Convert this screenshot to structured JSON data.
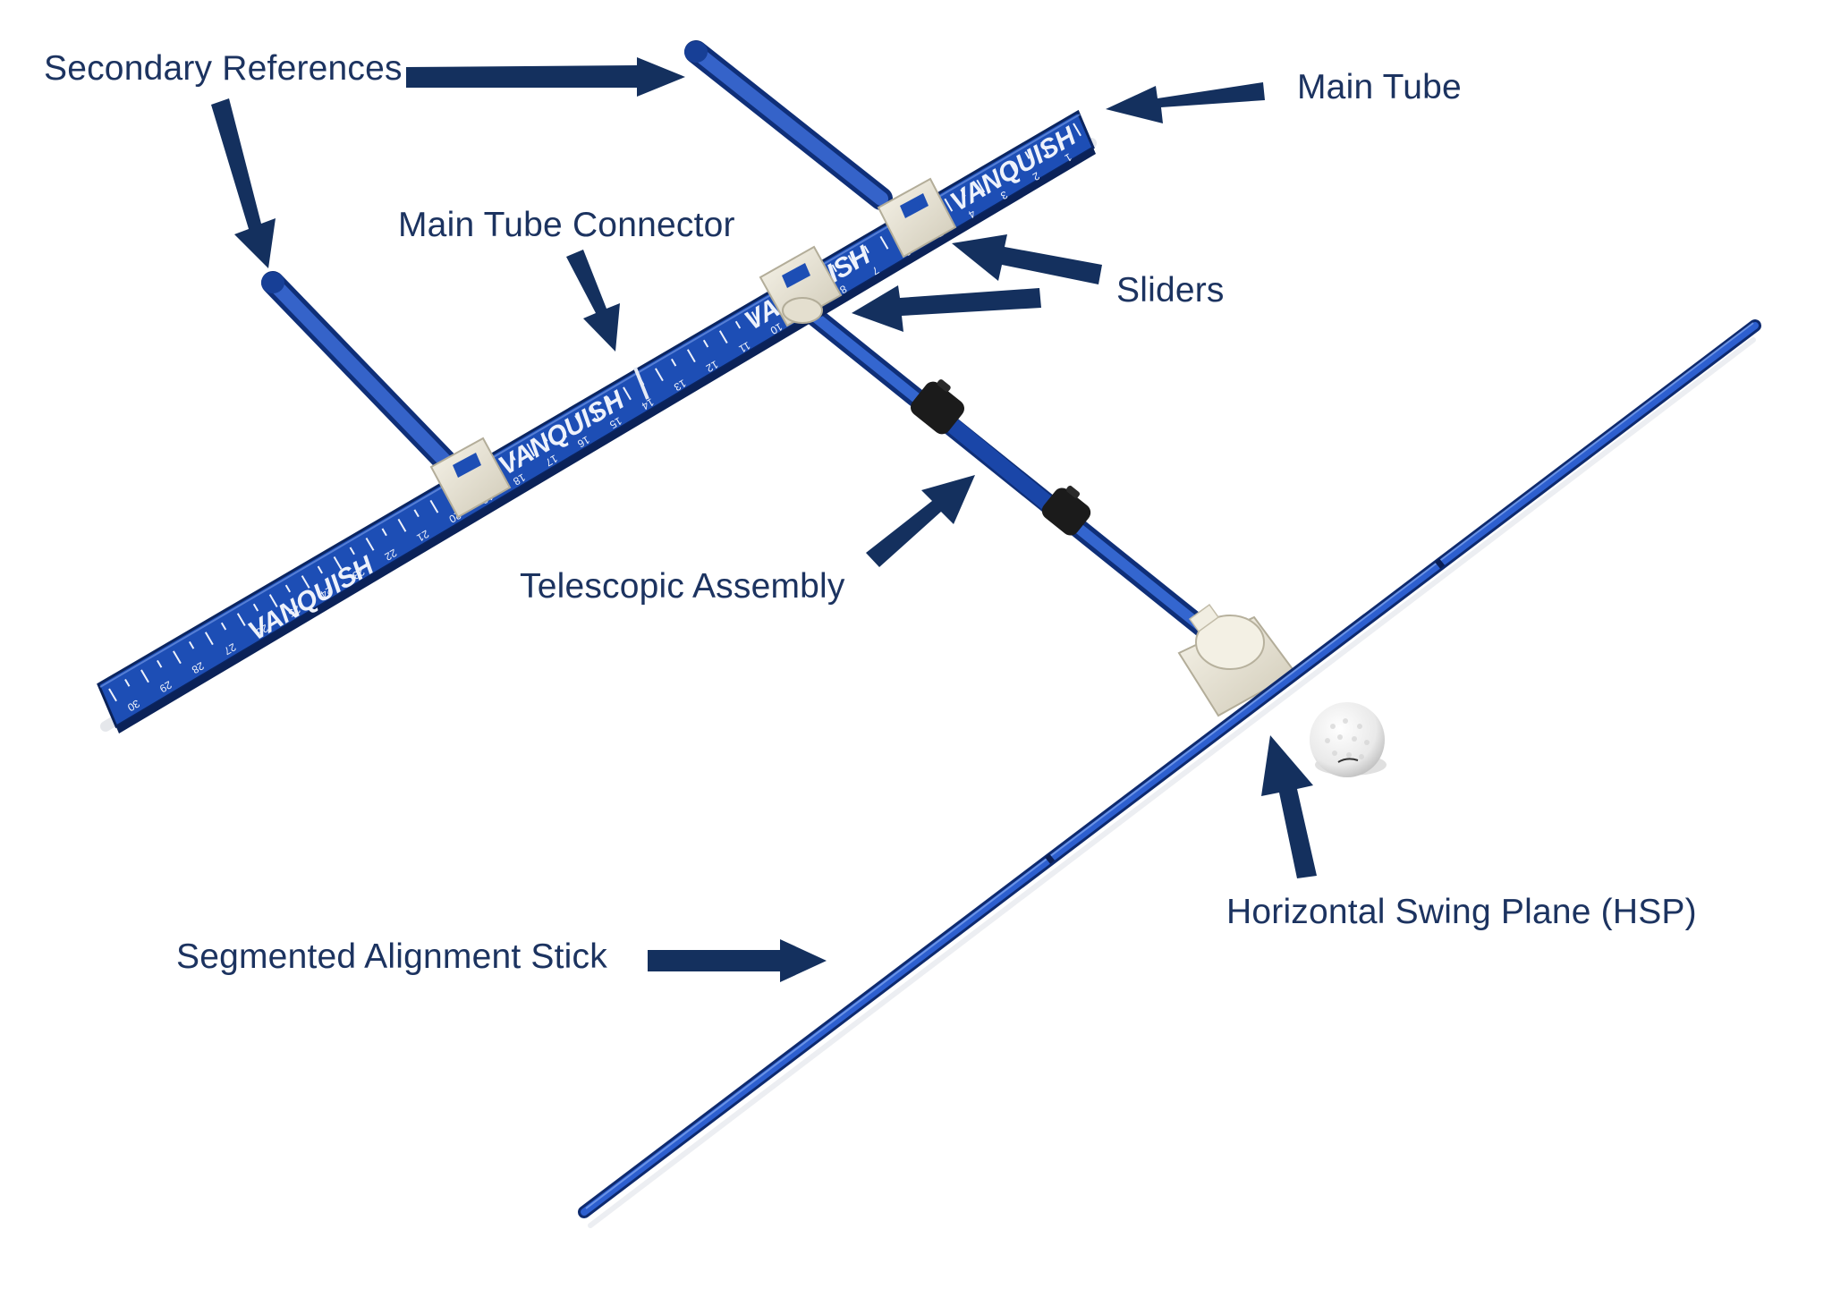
{
  "labels": {
    "secondary_references": "Secondary References",
    "main_tube": "Main Tube",
    "main_tube_connector": "Main Tube Connector",
    "sliders": "Sliders",
    "telescopic_assembly": "Telescopic Assembly",
    "horizontal_swing_plane": "Horizontal Swing Plane (HSP)",
    "segmented_alignment_stick": "Segmented Alignment Stick"
  },
  "branding": {
    "logo_text": "VANQUISH"
  },
  "ruler_numbers": [
    "30",
    "29",
    "28",
    "27",
    "26",
    "25",
    "24",
    "23",
    "22",
    "21",
    "20",
    "19",
    "18",
    "17",
    "16",
    "15",
    "14",
    "13",
    "12",
    "11",
    "10",
    "9",
    "8",
    "7",
    "6",
    "5",
    "4",
    "3",
    "2",
    "1"
  ],
  "colors": {
    "label_text": "#1c3360",
    "arrow": "#14305e",
    "tube_blue": "#1f4fb3",
    "tube_dark": "#0f2f78",
    "connector_cream": "#ece8da",
    "ball_white": "#f6f6f6"
  }
}
